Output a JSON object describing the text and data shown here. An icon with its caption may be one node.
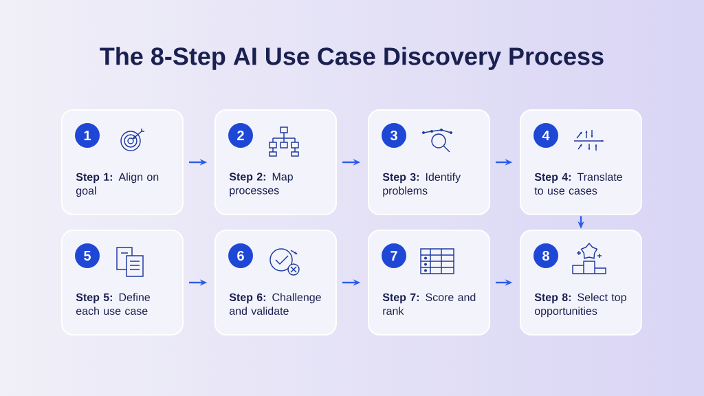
{
  "diagram": {
    "title": "The 8-Step AI Use Case Discovery Process",
    "nodes": [
      {
        "text": [
          "1",
          "**Step 1:** Align on goal"
        ]
      },
      {
        "text": [
          "2",
          "**Step 2:** Map processes"
        ]
      },
      {
        "text": [
          "3",
          "**Step 3:** Identify problems"
        ]
      },
      {
        "text": [
          "4",
          "**Step 4:** Translate to use cases"
        ]
      },
      {
        "text": [
          "5",
          "**Step 5:** Define each use case"
        ]
      },
      {
        "text": [
          "6",
          "**Step 6:** Challenge and validate"
        ]
      },
      {
        "text": [
          "7",
          "**Step 7:** Score and rank"
        ]
      },
      {
        "text": [
          "8",
          "**Step 8:** Select top opportunities"
        ]
      }
    ],
    "edges": [
      {
        "from": 0,
        "to": 1,
        "arrow": "to"
      },
      {
        "from": 1,
        "to": 2,
        "arrow": "to"
      },
      {
        "from": 2,
        "to": 3,
        "arrow": "to"
      },
      {
        "from": 3,
        "to": 7,
        "arrow": "to"
      },
      {
        "from": 4,
        "to": 5,
        "arrow": "to"
      },
      {
        "from": 5,
        "to": 6,
        "arrow": "to"
      },
      {
        "from": 6,
        "to": 7,
        "arrow": "to"
      }
    ]
  }
}
